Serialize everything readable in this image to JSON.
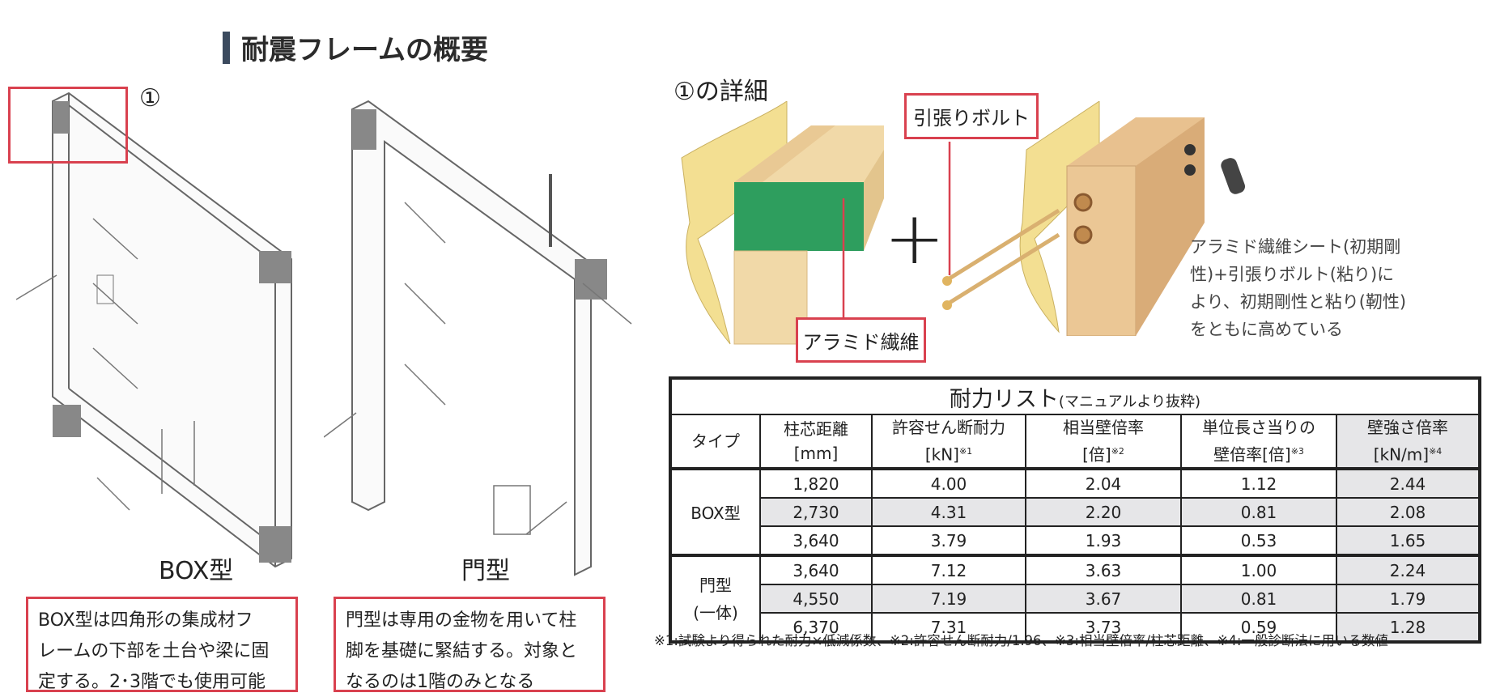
{
  "title": "耐震フレームの概要",
  "marker_1": "①",
  "box_label": "BOX型",
  "mon_label": "門型",
  "box_desc": [
    "BOX型は四角形の集成材フ",
    "レームの下部を土台や梁に固",
    "定する。2･3階でも使用可能"
  ],
  "mon_desc": [
    "門型は専用の金物を用いて柱",
    "脚を基礎に緊結する。対象と",
    "なるのは1階のみとなる"
  ],
  "detail_title": "①の詳細",
  "callout_bolt": "引張りボルト",
  "callout_aramid": "アラミド繊維",
  "plus": "+",
  "detail_desc": [
    "アラミド繊維シート(初期剛",
    "性)+引張りボルト(粘り)に",
    "より、初期剛性と粘り(靭性)",
    "をともに高めている"
  ],
  "table": {
    "title": "耐力リスト",
    "subtitle": "(マニュアルより抜粋)",
    "headers": [
      {
        "l1": "タイプ",
        "l2": "",
        "sup": ""
      },
      {
        "l1": "柱芯距離",
        "l2": "[mm]",
        "sup": ""
      },
      {
        "l1": "許容せん断耐力",
        "l2": "[kN]",
        "sup": "※1"
      },
      {
        "l1": "相当壁倍率",
        "l2": "[倍]",
        "sup": "※2"
      },
      {
        "l1": "単位長さ当りの",
        "l2": "壁倍率[倍]",
        "sup": "※3"
      },
      {
        "l1": "壁強さ倍率",
        "l2": "[kN/m]",
        "sup": "※4"
      }
    ],
    "groups": [
      {
        "type": "BOX型",
        "rows": [
          [
            "1,820",
            "4.00",
            "2.04",
            "1.12",
            "2.44"
          ],
          [
            "2,730",
            "4.31",
            "2.20",
            "0.81",
            "2.08"
          ],
          [
            "3,640",
            "3.79",
            "1.93",
            "0.53",
            "1.65"
          ]
        ]
      },
      {
        "type": "門型\n(一体)",
        "type_l1": "門型",
        "type_l2": "(一体)",
        "rows": [
          [
            "3,640",
            "7.12",
            "3.63",
            "1.00",
            "2.24"
          ],
          [
            "4,550",
            "7.19",
            "3.67",
            "0.81",
            "1.79"
          ],
          [
            "6,370",
            "7.31",
            "3.73",
            "0.59",
            "1.28"
          ]
        ]
      }
    ]
  },
  "footnote": "※1:試験より得られた耐力×低減係数、※2:許容せん断耐力/1.96、※3:相当壁倍率/柱芯距離、※4:一般診断法に用いる数値",
  "colors": {
    "accent_red": "#d9414f",
    "title_bar": "#3b4a5e",
    "aramid_green": "#2e9e5e",
    "wood": "#f1d9a8",
    "shade": "#e6e6e8"
  }
}
